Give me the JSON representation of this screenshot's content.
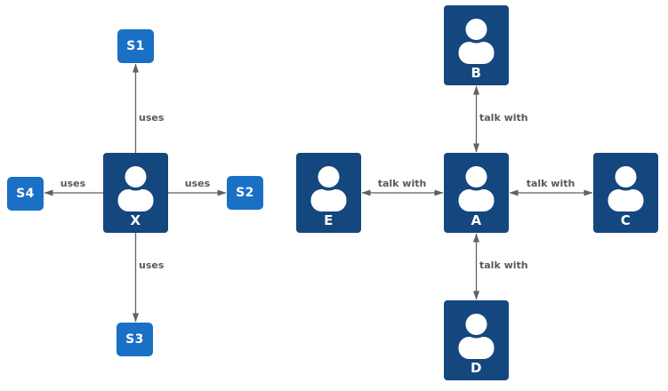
{
  "diagram": {
    "left_cluster": {
      "center_node": {
        "label": "X",
        "type": "person"
      },
      "service_nodes": [
        {
          "label": "S1",
          "position": "top"
        },
        {
          "label": "S2",
          "position": "right"
        },
        {
          "label": "S3",
          "position": "bottom"
        },
        {
          "label": "S4",
          "position": "left"
        }
      ],
      "edges": [
        {
          "from": "X",
          "to": "S1",
          "label": "uses",
          "direction": "single"
        },
        {
          "from": "X",
          "to": "S2",
          "label": "uses",
          "direction": "single"
        },
        {
          "from": "X",
          "to": "S3",
          "label": "uses",
          "direction": "single"
        },
        {
          "from": "X",
          "to": "S4",
          "label": "uses",
          "direction": "single"
        }
      ]
    },
    "right_cluster": {
      "center_node": {
        "label": "A",
        "type": "person"
      },
      "person_nodes": [
        {
          "label": "B",
          "position": "top"
        },
        {
          "label": "C",
          "position": "right"
        },
        {
          "label": "D",
          "position": "bottom"
        },
        {
          "label": "E",
          "position": "left"
        }
      ],
      "edges": [
        {
          "from": "A",
          "to": "B",
          "label": "talk with",
          "direction": "double"
        },
        {
          "from": "A",
          "to": "C",
          "label": "talk with",
          "direction": "double"
        },
        {
          "from": "A",
          "to": "D",
          "label": "talk with",
          "direction": "double"
        },
        {
          "from": "A",
          "to": "E",
          "label": "talk with",
          "direction": "double"
        }
      ]
    },
    "colors": {
      "person_node_fill": "#14477D",
      "service_node_fill": "#1A70C4",
      "edge_color": "#616161",
      "edge_label_color": "#595959",
      "node_text_color": "#FFFFFF",
      "background": "#FFFFFF"
    }
  }
}
